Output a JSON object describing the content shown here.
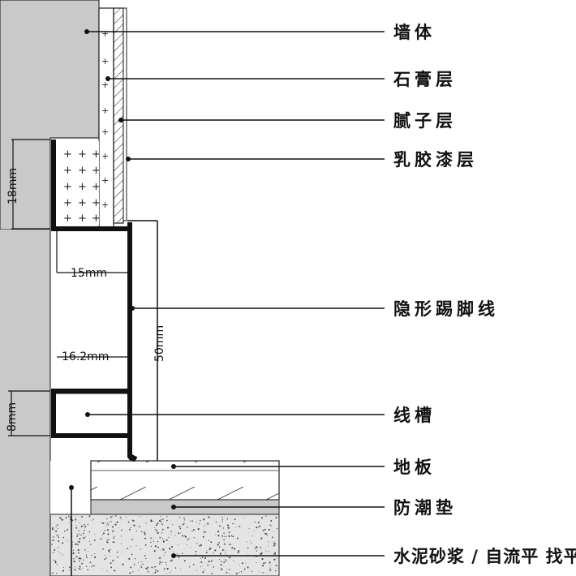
{
  "labels": {
    "wall": "墙体",
    "gypsum": "石膏层",
    "putty": "腻子层",
    "latex_paint": "乳胶漆层",
    "skirting": "隐形踢脚线",
    "groove": "线槽",
    "floorboard": "地板",
    "moisture_pad": "防潮垫",
    "screed": "水泥砂浆 / 自流平 找平"
  },
  "dimensions": {
    "d18": "18mm",
    "d15": "15mm",
    "d16": "16.2mm",
    "d50": "50mm",
    "d8": "8mm"
  }
}
